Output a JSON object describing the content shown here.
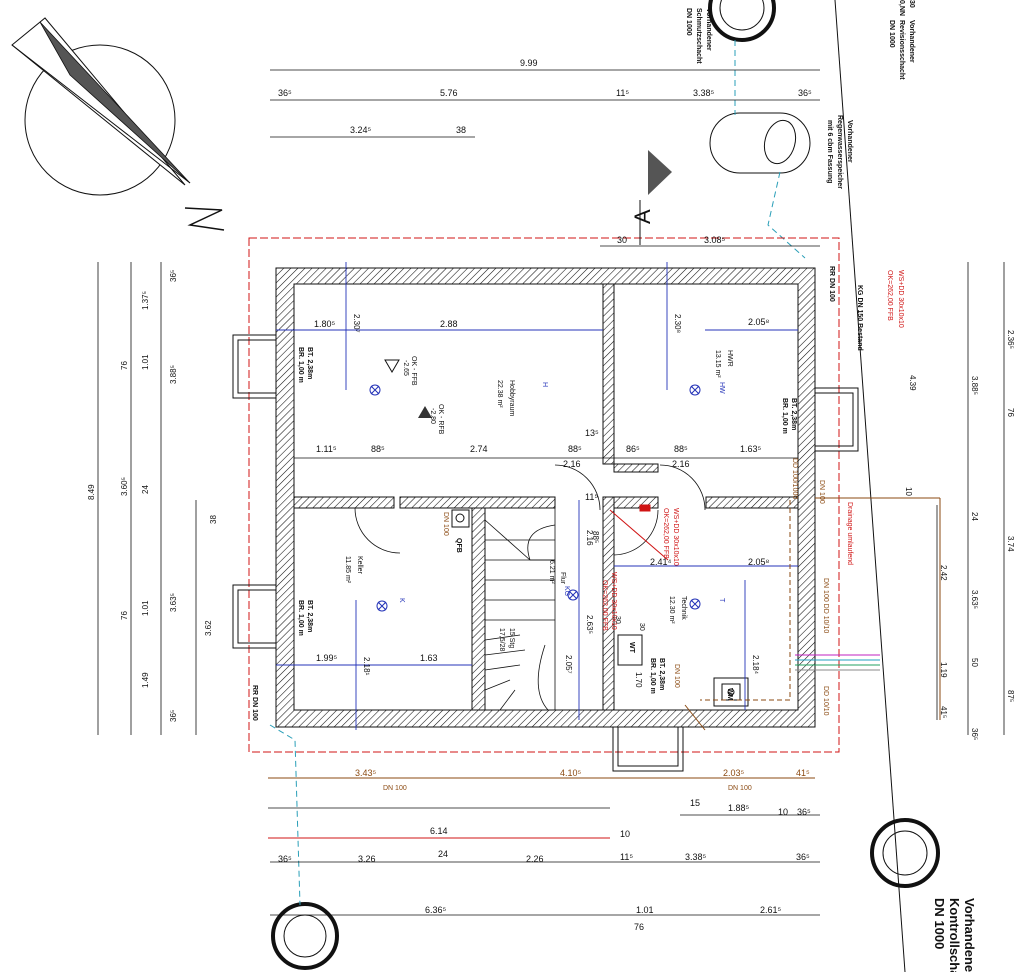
{
  "colors": {
    "wall_hatch": "#111111",
    "dimension": "#111111",
    "blue_dimension": "#2433b8",
    "red_lines": "#d01414",
    "brown_lines": "#8b4a12",
    "sewer_dash": "#2a9fb8"
  },
  "section_marker": "A",
  "top_dims": {
    "overall": "9.99",
    "row2": [
      "36⁵",
      "5.76",
      "11⁵",
      "3.38⁵",
      "36⁵"
    ],
    "row3": [
      "3.24⁵",
      "38"
    ],
    "row4": [
      "30",
      "3.08⁵"
    ]
  },
  "left_dims": {
    "col1": "8.49",
    "col2": [
      "76",
      "3.60⁵",
      "76"
    ],
    "col3": [
      "1.37⁵",
      "1.01",
      "24",
      "1.01",
      "1.49"
    ],
    "col4": [
      "36⁵",
      "3.88⁵",
      "3.63⁵",
      "36⁵"
    ],
    "col5": [
      "38",
      "3.62"
    ]
  },
  "right_dims": {
    "col1": [
      "2.36⁵",
      "3.88⁵",
      "76",
      "24",
      "3.63⁵",
      "50",
      "36⁵"
    ],
    "col2": [
      "3.74",
      "87⁵"
    ],
    "col3": [
      "2.42",
      "1.19",
      "41⁵"
    ],
    "col4": [
      "4.39",
      "10"
    ]
  },
  "bottom_dims": {
    "brown": [
      "3.43⁵",
      "4.10⁵",
      "2.03⁵",
      "41⁵"
    ],
    "brown_labels": [
      "DN 100",
      "DN 100"
    ],
    "row2": [
      "15",
      "1.88⁵",
      "10",
      "36⁵"
    ],
    "red": [
      "6.14",
      "10"
    ],
    "row4": [
      "36⁵",
      "3.26",
      "24",
      "2.26",
      "11⁵",
      "3.38⁵",
      "36⁵"
    ],
    "row5": [
      "6.36⁵",
      "1.01",
      "2.61⁵",
      "76"
    ]
  },
  "interior_dims": {
    "horizontal": [
      "1.80⁵",
      "2.88",
      "2.05⁸",
      "1.11⁵",
      "88⁵",
      "2.74",
      "88⁵",
      "13⁵",
      "86⁵",
      "88⁵",
      "1.63⁵",
      "2.16",
      "2.16",
      "11⁵",
      "2.41⁴",
      "2.05⁸",
      "1.99⁵",
      "1.63"
    ],
    "vertical": [
      "2.30⁷",
      "2.30⁸",
      "2.16",
      "88⁵",
      "2.63⁵",
      "2.05⁷",
      "2.18¹",
      "2.18⁴",
      "1.70"
    ]
  },
  "rooms": [
    {
      "name": "Hobbyraum",
      "area": "22.38 m²"
    },
    {
      "name": "HWR",
      "area": "13.15 m²"
    },
    {
      "name": "Keller",
      "area": "11.85 m²"
    },
    {
      "name": "Flur",
      "area": "6.21 m²"
    },
    {
      "name": "Technik",
      "area": "12.30 m²"
    }
  ],
  "light_labels": [
    "H",
    "HW",
    "K",
    "KG",
    "T"
  ],
  "levels": {
    "ok_ffb": "OK - FFB",
    "ok_ffb_value": "-2.65",
    "ok_rfb": "OK - RFB",
    "ok_rfb_value": "-2.80"
  },
  "windows": [
    {
      "br": "BR. 1,00 m",
      "h": "BT. 2,38m"
    },
    {
      "br": "BR. 1,00 m",
      "h": "BT. 2,38m"
    },
    {
      "br": "BR. 1,00 m",
      "h": "BT. 2,38m"
    }
  ],
  "doors": [
    {
      "br": "BR. 1,00 m",
      "h": "BT. 2,38m"
    }
  ],
  "annotations": {
    "rr_dn_top": "RR DN 100",
    "rr_dn_bottom": "RR DN 100",
    "kg_dn": "KG DN 150 Bestand",
    "wd_upper": "WS+DD 30x10x10",
    "wd_upper_ok": "OK=262,00 FFB",
    "wd_mid": "WS+DD 30x10x10",
    "wd_mid_ok": "OK=262,00 FFB",
    "wd_lower": "WS+DD 30x10x10",
    "wd_lower_ok": "OK=262,00 FFB",
    "stair_label": "15 Stg",
    "stair_ratio": "17,5/28",
    "dn_100": "DN 100",
    "dn_100_2": "DN 100",
    "dn_100_brown": "DN 100",
    "dn_100_1000": "DD 100/1000",
    "dn_100_1010": "DN 100 DD 10/10",
    "dn_100_1010b": "DD 10/10",
    "drain": "Drainage umlaufend",
    "wt": "WT",
    "wm": "WM",
    "qfb": "QFB",
    "hwr_note": "30",
    "hwr_wd": "30"
  },
  "external": {
    "top_manhole": {
      "l1": "Vorhandener",
      "l2": "Schmutzschacht",
      "l3": "DN 1000"
    },
    "top_right": {
      "l1": "30",
      "l2": "Vorhandener",
      "l3": "Revisionsschacht",
      "l4": "DN 1000"
    },
    "top_right_code": "0,NN",
    "rain_tank": {
      "l1": "Vorhandener",
      "l2": "Regenwasserspeicher",
      "l3": "mit 6 cbm Fassung"
    },
    "bottom_right": {
      "l1": "Vorhandener",
      "l2": "Kontrollschacht",
      "l3": "DN 1000"
    }
  }
}
